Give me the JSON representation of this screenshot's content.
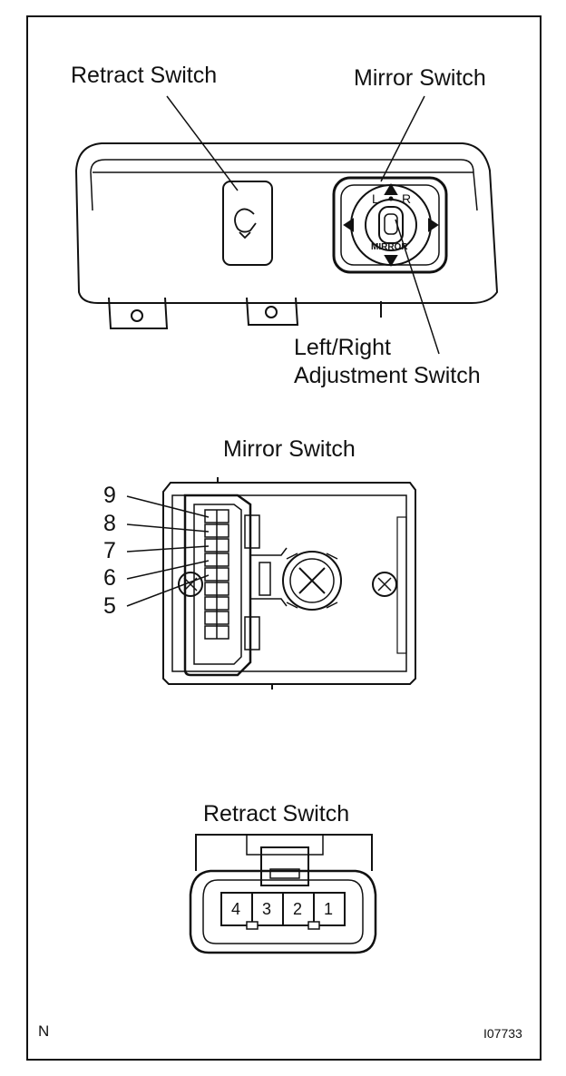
{
  "top_view": {
    "retract_label": "Retract Switch",
    "mirror_label": "Mirror Switch",
    "adjust_label_line1": "Left/Right",
    "adjust_label_line2": "Adjustment Switch",
    "knob_left": "L",
    "knob_right": "R",
    "knob_text": "MIRROR"
  },
  "mirror_connector": {
    "title": "Mirror Switch",
    "pins": [
      "9",
      "8",
      "7",
      "6",
      "5"
    ]
  },
  "retract_connector": {
    "title": "Retract Switch",
    "pins": [
      "4",
      "3",
      "2",
      "1"
    ]
  },
  "footer": {
    "left_code": "N",
    "figure_id": "I07733"
  }
}
